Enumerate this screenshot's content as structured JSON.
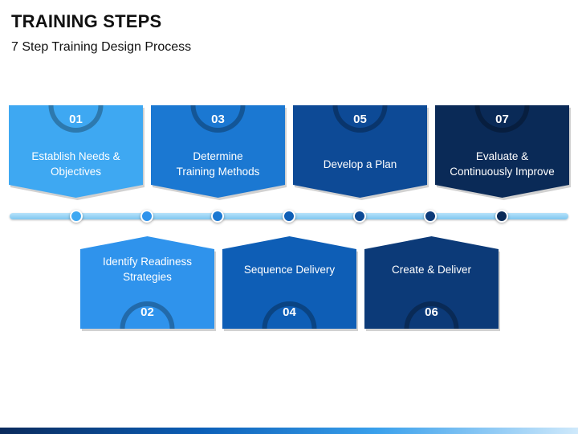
{
  "title": "TRAINING STEPS",
  "subtitle": "7 Step Training Design Process",
  "colors": {
    "step_01": "#3ea8f2",
    "step_02": "#2f93ec",
    "step_03": "#1b78d2",
    "step_04": "#0e5eb6",
    "step_05": "#0d4a96",
    "step_06": "#0c3a78",
    "step_07": "#0a2a57"
  },
  "steps_top": [
    {
      "number": "01",
      "label_line1": "Establish Needs &",
      "label_line2": "Objectives"
    },
    {
      "number": "03",
      "label_line1": "Determine",
      "label_line2": "Training Methods"
    },
    {
      "number": "05",
      "label_line1": "Develop a Plan",
      "label_line2": ""
    },
    {
      "number": "07",
      "label_line1": "Evaluate &",
      "label_line2": "Continuously Improve"
    }
  ],
  "steps_bottom": [
    {
      "number": "02",
      "label_line1": "Identify Readiness",
      "label_line2": "Strategies"
    },
    {
      "number": "04",
      "label_line1": "Sequence Delivery",
      "label_line2": ""
    },
    {
      "number": "06",
      "label_line1": "Create & Deliver",
      "label_line2": ""
    }
  ]
}
